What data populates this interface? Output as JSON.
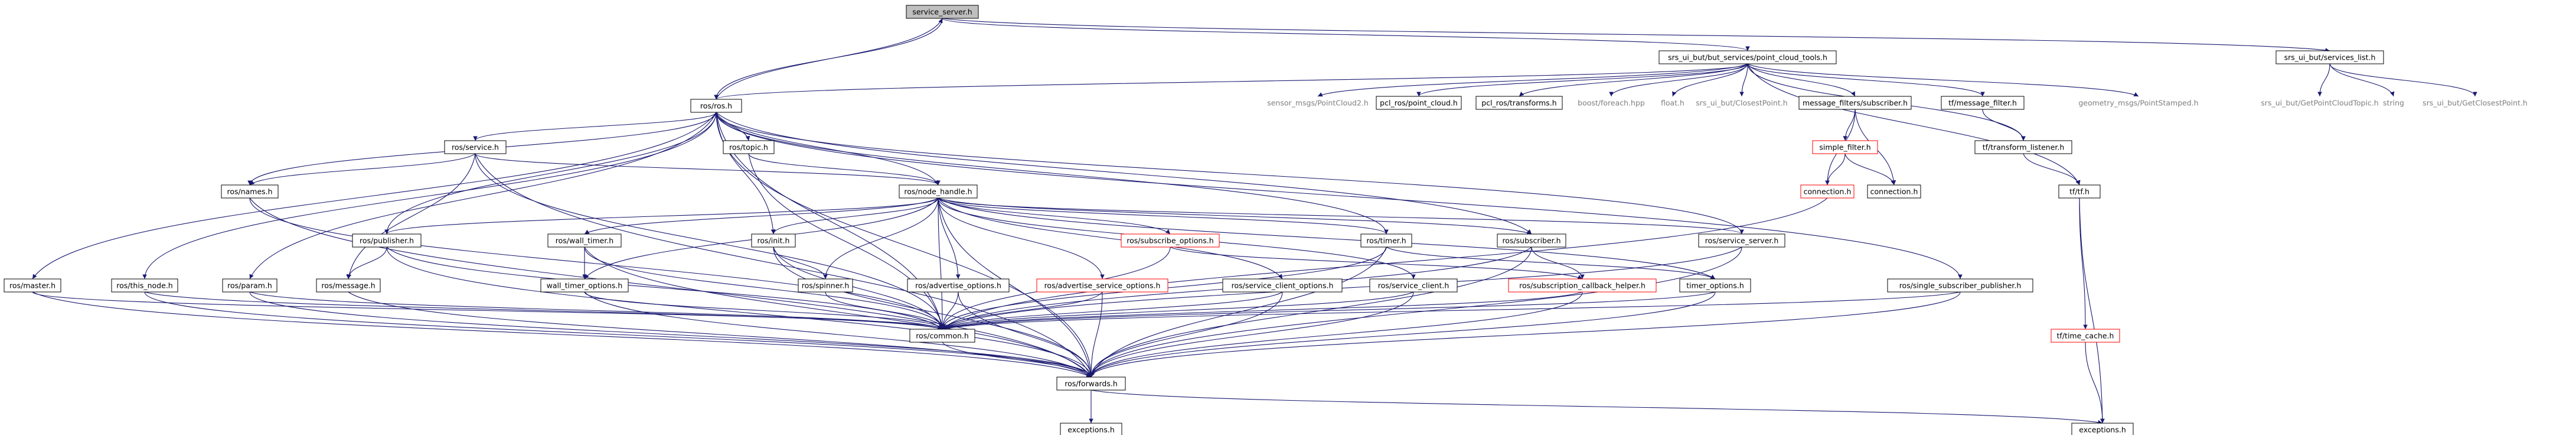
{
  "nodes": [
    {
      "id": "service_server_h",
      "label": "service_server.h",
      "style": "root"
    },
    {
      "id": "point_cloud_tools_h",
      "label": "srs_ui_but/but_services/point_cloud_tools.h",
      "style": "box"
    },
    {
      "id": "services_list_h",
      "label": "srs_ui_but/services_list.h",
      "style": "box"
    },
    {
      "id": "ros_ros_h",
      "label": "ros/ros.h",
      "style": "box"
    },
    {
      "id": "sensor_msgs_pc2",
      "label": "sensor_msgs/PointCloud2.h",
      "style": "plain"
    },
    {
      "id": "pcl_ros_point_cloud",
      "label": "pcl_ros/point_cloud.h",
      "style": "box"
    },
    {
      "id": "pcl_ros_transforms",
      "label": "pcl_ros/transforms.h",
      "style": "box"
    },
    {
      "id": "boost_foreach",
      "label": "boost/foreach.hpp",
      "style": "plain"
    },
    {
      "id": "float_h",
      "label": "float.h",
      "style": "plain"
    },
    {
      "id": "closest_point_h",
      "label": "srs_ui_but/ClosestPoint.h",
      "style": "plain"
    },
    {
      "id": "mf_subscriber",
      "label": "message_filters/subscriber.h",
      "style": "box"
    },
    {
      "id": "tf_message_filter",
      "label": "tf/message_filter.h",
      "style": "box"
    },
    {
      "id": "geometry_msgs_ps",
      "label": "geometry_msgs/PointStamped.h",
      "style": "plain"
    },
    {
      "id": "get_pct_h",
      "label": "srs_ui_but/GetPointCloudTopic.h",
      "style": "plain"
    },
    {
      "id": "string_h",
      "label": "string",
      "style": "plain"
    },
    {
      "id": "get_cp_h",
      "label": "srs_ui_but/GetClosestPoint.h",
      "style": "plain"
    },
    {
      "id": "simple_filter",
      "label": "simple_filter.h",
      "style": "red"
    },
    {
      "id": "tf_transform_listener",
      "label": "tf/transform_listener.h",
      "style": "box"
    },
    {
      "id": "tf_tf_h",
      "label": "tf/tf.h",
      "style": "box"
    },
    {
      "id": "connection_red",
      "label": "connection.h",
      "style": "red"
    },
    {
      "id": "connection_black",
      "label": "connection.h",
      "style": "box"
    },
    {
      "id": "ros_service",
      "label": "ros/service.h",
      "style": "box"
    },
    {
      "id": "ros_topic",
      "label": "ros/topic.h",
      "style": "box"
    },
    {
      "id": "ros_names",
      "label": "ros/names.h",
      "style": "box"
    },
    {
      "id": "ros_node_handle",
      "label": "ros/node_handle.h",
      "style": "box"
    },
    {
      "id": "ros_publisher",
      "label": "ros/publisher.h",
      "style": "box"
    },
    {
      "id": "ros_wall_timer",
      "label": "ros/wall_timer.h",
      "style": "box"
    },
    {
      "id": "ros_init",
      "label": "ros/init.h",
      "style": "box"
    },
    {
      "id": "ros_subscribe_options",
      "label": "ros/subscribe_options.h",
      "style": "red"
    },
    {
      "id": "ros_timer",
      "label": "ros/timer.h",
      "style": "box"
    },
    {
      "id": "ros_subscriber",
      "label": "ros/subscriber.h",
      "style": "box"
    },
    {
      "id": "ros_service_server",
      "label": "ros/service_server.h",
      "style": "box"
    },
    {
      "id": "ros_master",
      "label": "ros/master.h",
      "style": "box"
    },
    {
      "id": "ros_this_node",
      "label": "ros/this_node.h",
      "style": "box"
    },
    {
      "id": "ros_param",
      "label": "ros/param.h",
      "style": "box"
    },
    {
      "id": "ros_message",
      "label": "ros/message.h",
      "style": "box"
    },
    {
      "id": "wall_timer_options",
      "label": "wall_timer_options.h",
      "style": "box"
    },
    {
      "id": "ros_spinner",
      "label": "ros/spinner.h",
      "style": "box"
    },
    {
      "id": "ros_advertise_options",
      "label": "ros/advertise_options.h",
      "style": "box"
    },
    {
      "id": "ros_advertise_service_options",
      "label": "ros/advertise_service_options.h",
      "style": "red"
    },
    {
      "id": "ros_service_client_options",
      "label": "ros/service_client_options.h",
      "style": "box"
    },
    {
      "id": "ros_service_client",
      "label": "ros/service_client.h",
      "style": "box"
    },
    {
      "id": "ros_sub_cb_helper",
      "label": "ros/subscription_callback_helper.h",
      "style": "red"
    },
    {
      "id": "timer_options",
      "label": "timer_options.h",
      "style": "box"
    },
    {
      "id": "ros_single_sub_pub",
      "label": "ros/single_subscriber_publisher.h",
      "style": "box"
    },
    {
      "id": "tf_time_cache",
      "label": "tf/time_cache.h",
      "style": "red"
    },
    {
      "id": "ros_common",
      "label": "ros/common.h",
      "style": "box"
    },
    {
      "id": "ros_forwards",
      "label": "ros/forwards.h",
      "style": "box"
    },
    {
      "id": "exceptions_left",
      "label": "exceptions.h",
      "style": "box"
    },
    {
      "id": "exceptions_right",
      "label": "exceptions.h",
      "style": "box"
    }
  ],
  "edges": [
    [
      "service_server_h",
      "point_cloud_tools_h"
    ],
    [
      "service_server_h",
      "services_list_h"
    ],
    [
      "service_server_h",
      "ros_ros_h"
    ],
    [
      "ros_ros_h",
      "service_server_h"
    ],
    [
      "point_cloud_tools_h",
      "ros_ros_h"
    ],
    [
      "point_cloud_tools_h",
      "sensor_msgs_pc2"
    ],
    [
      "point_cloud_tools_h",
      "pcl_ros_point_cloud"
    ],
    [
      "point_cloud_tools_h",
      "pcl_ros_transforms"
    ],
    [
      "point_cloud_tools_h",
      "boost_foreach"
    ],
    [
      "point_cloud_tools_h",
      "float_h"
    ],
    [
      "point_cloud_tools_h",
      "closest_point_h"
    ],
    [
      "point_cloud_tools_h",
      "mf_subscriber"
    ],
    [
      "point_cloud_tools_h",
      "tf_message_filter"
    ],
    [
      "point_cloud_tools_h",
      "geometry_msgs_ps"
    ],
    [
      "point_cloud_tools_h",
      "tf_transform_listener"
    ],
    [
      "point_cloud_tools_h",
      "tf_tf_h"
    ],
    [
      "services_list_h",
      "get_pct_h"
    ],
    [
      "services_list_h",
      "string_h"
    ],
    [
      "services_list_h",
      "get_cp_h"
    ],
    [
      "mf_subscriber",
      "simple_filter"
    ],
    [
      "mf_subscriber",
      "connection_red"
    ],
    [
      "mf_subscriber",
      "connection_black"
    ],
    [
      "simple_filter",
      "connection_red"
    ],
    [
      "simple_filter",
      "connection_black"
    ],
    [
      "tf_message_filter",
      "tf_transform_listener"
    ],
    [
      "tf_transform_listener",
      "tf_tf_h"
    ],
    [
      "tf_tf_h",
      "tf_time_cache"
    ],
    [
      "tf_tf_h",
      "exceptions_right"
    ],
    [
      "tf_time_cache",
      "exceptions_right"
    ],
    [
      "connection_red",
      "ros_common"
    ],
    [
      "ros_ros_h",
      "ros_service"
    ],
    [
      "ros_ros_h",
      "ros_topic"
    ],
    [
      "ros_ros_h",
      "ros_names"
    ],
    [
      "ros_ros_h",
      "ros_node_handle"
    ],
    [
      "ros_ros_h",
      "ros_publisher"
    ],
    [
      "ros_ros_h",
      "ros_init"
    ],
    [
      "ros_ros_h",
      "ros_timer"
    ],
    [
      "ros_ros_h",
      "ros_subscriber"
    ],
    [
      "ros_ros_h",
      "ros_service_server"
    ],
    [
      "ros_ros_h",
      "ros_master"
    ],
    [
      "ros_ros_h",
      "ros_this_node"
    ],
    [
      "ros_ros_h",
      "ros_param"
    ],
    [
      "ros_ros_h",
      "ros_single_sub_pub"
    ],
    [
      "ros_ros_h",
      "ros_common"
    ],
    [
      "ros_ros_h",
      "ros_forwards"
    ],
    [
      "ros_service",
      "ros_names"
    ],
    [
      "ros_service",
      "ros_node_handle"
    ],
    [
      "ros_service",
      "ros_message"
    ],
    [
      "ros_service",
      "ros_common"
    ],
    [
      "ros_service",
      "ros_forwards"
    ],
    [
      "ros_topic",
      "ros_node_handle"
    ],
    [
      "ros_topic",
      "ros_common"
    ],
    [
      "ros_names",
      "ros_common"
    ],
    [
      "ros_names",
      "ros_forwards"
    ],
    [
      "ros_node_handle",
      "ros_publisher"
    ],
    [
      "ros_node_handle",
      "ros_wall_timer"
    ],
    [
      "ros_node_handle",
      "ros_init"
    ],
    [
      "ros_node_handle",
      "ros_subscribe_options"
    ],
    [
      "ros_node_handle",
      "ros_timer"
    ],
    [
      "ros_node_handle",
      "ros_subscriber"
    ],
    [
      "ros_node_handle",
      "ros_service_server"
    ],
    [
      "ros_node_handle",
      "wall_timer_options"
    ],
    [
      "ros_node_handle",
      "ros_spinner"
    ],
    [
      "ros_node_handle",
      "ros_advertise_options"
    ],
    [
      "ros_node_handle",
      "ros_advertise_service_options"
    ],
    [
      "ros_node_handle",
      "ros_service_client_options"
    ],
    [
      "ros_node_handle",
      "ros_service_client"
    ],
    [
      "ros_node_handle",
      "timer_options"
    ],
    [
      "ros_node_handle",
      "ros_common"
    ],
    [
      "ros_node_handle",
      "ros_forwards"
    ],
    [
      "ros_publisher",
      "ros_message"
    ],
    [
      "ros_publisher",
      "ros_common"
    ],
    [
      "ros_publisher",
      "ros_forwards"
    ],
    [
      "ros_wall_timer",
      "wall_timer_options"
    ],
    [
      "ros_wall_timer",
      "ros_common"
    ],
    [
      "ros_wall_timer",
      "ros_forwards"
    ],
    [
      "ros_init",
      "ros_spinner"
    ],
    [
      "ros_init",
      "ros_common"
    ],
    [
      "ros_init",
      "ros_forwards"
    ],
    [
      "ros_subscribe_options",
      "ros_sub_cb_helper"
    ],
    [
      "ros_subscribe_options",
      "ros_common"
    ],
    [
      "ros_timer",
      "timer_options"
    ],
    [
      "ros_timer",
      "ros_common"
    ],
    [
      "ros_timer",
      "ros_forwards"
    ],
    [
      "ros_subscriber",
      "ros_sub_cb_helper"
    ],
    [
      "ros_subscriber",
      "ros_common"
    ],
    [
      "ros_subscriber",
      "ros_forwards"
    ],
    [
      "ros_service_server",
      "ros_common"
    ],
    [
      "ros_service_server",
      "ros_forwards"
    ],
    [
      "ros_master",
      "ros_forwards"
    ],
    [
      "ros_master",
      "ros_common"
    ],
    [
      "ros_this_node",
      "ros_common"
    ],
    [
      "ros_this_node",
      "ros_forwards"
    ],
    [
      "ros_param",
      "ros_common"
    ],
    [
      "ros_param",
      "ros_forwards"
    ],
    [
      "ros_message",
      "ros_forwards"
    ],
    [
      "wall_timer_options",
      "ros_common"
    ],
    [
      "wall_timer_options",
      "ros_forwards"
    ],
    [
      "ros_spinner",
      "ros_common"
    ],
    [
      "ros_advertise_options",
      "ros_common"
    ],
    [
      "ros_advertise_options",
      "ros_forwards"
    ],
    [
      "ros_advertise_service_options",
      "ros_common"
    ],
    [
      "ros_advertise_service_options",
      "ros_forwards"
    ],
    [
      "ros_service_client_options",
      "ros_common"
    ],
    [
      "ros_service_client_options",
      "ros_forwards"
    ],
    [
      "ros_service_client",
      "ros_common"
    ],
    [
      "ros_service_client",
      "ros_forwards"
    ],
    [
      "ros_sub_cb_helper",
      "ros_common"
    ],
    [
      "ros_sub_cb_helper",
      "ros_forwards"
    ],
    [
      "timer_options",
      "ros_common"
    ],
    [
      "timer_options",
      "ros_forwards"
    ],
    [
      "ros_single_sub_pub",
      "ros_common"
    ],
    [
      "ros_single_sub_pub",
      "ros_forwards"
    ],
    [
      "ros_common",
      "ros_forwards"
    ],
    [
      "ros_forwards",
      "exceptions_left"
    ],
    [
      "ros_forwards",
      "exceptions_right"
    ]
  ]
}
